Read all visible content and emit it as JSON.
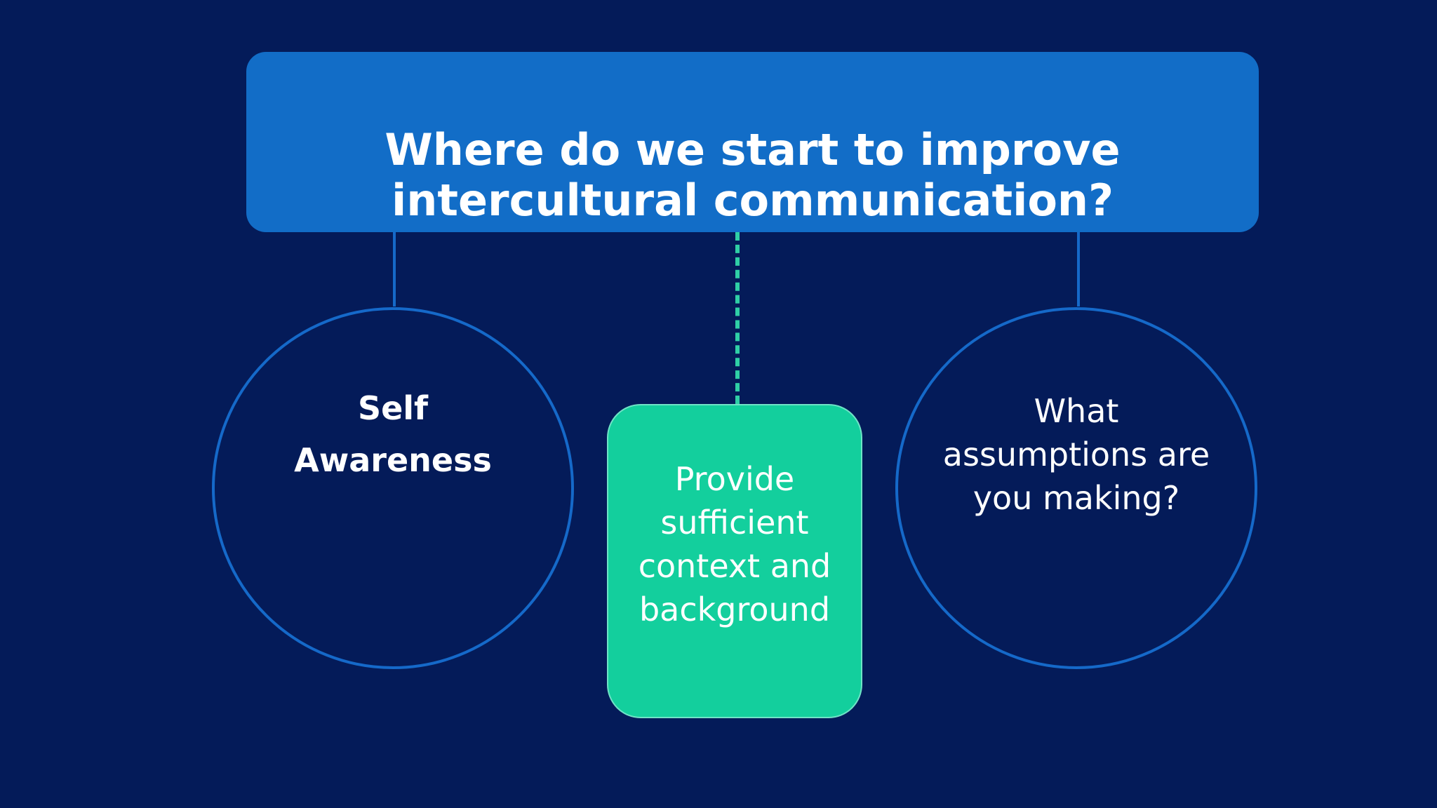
{
  "title": {
    "lines": [
      "Where do we start to improve",
      "intercultural communication?"
    ]
  },
  "nodes": {
    "left": {
      "lines": [
        "Self",
        "Awareness"
      ]
    },
    "center": {
      "lines": [
        "Provide",
        "sufficient",
        "context and",
        "background"
      ]
    },
    "right": {
      "lines": [
        "What",
        "assumptions are",
        "you making?"
      ]
    }
  },
  "colors": {
    "background": "#041b59",
    "title_box": "#126dc7",
    "circle_border": "#1569c9",
    "green_box": "#13cf9d",
    "dashed_connector": "#2fcfa6",
    "text": "#ffffff"
  }
}
